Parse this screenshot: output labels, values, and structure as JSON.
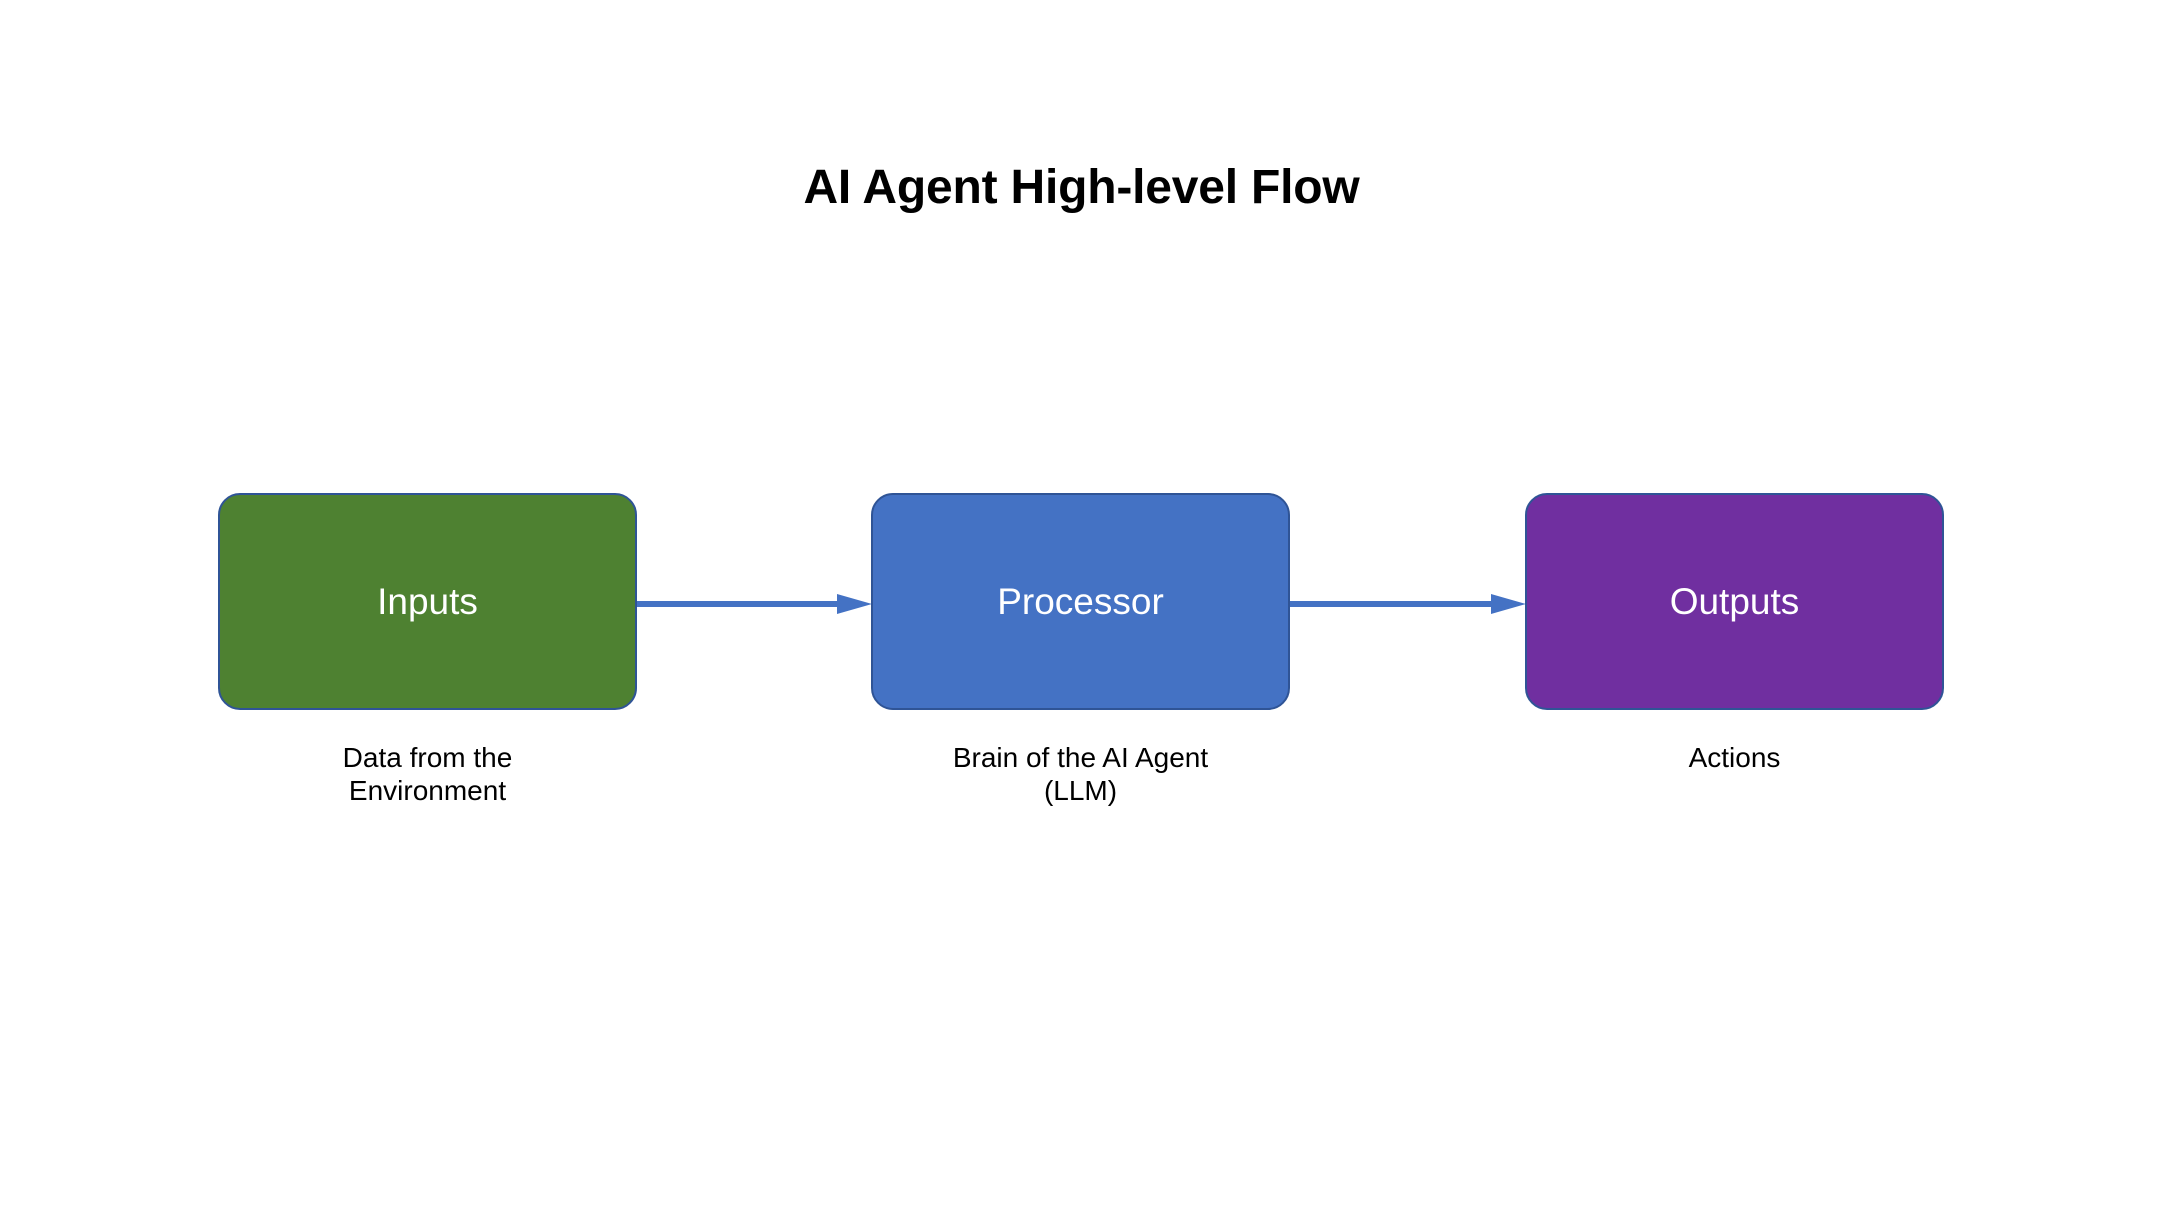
{
  "slide": {
    "title": "AI Agent High-level Flow",
    "background_color": "#FFFFFF"
  },
  "colors": {
    "inputs_fill": "#4E8131",
    "processor_fill": "#4472C4",
    "outputs_fill": "#702FA0",
    "node_border": "#2F5496",
    "arrow": "#4472C4",
    "node_label_text": "#FFFFFF",
    "caption_text": "#000000",
    "title_text": "#000000"
  },
  "flow": {
    "nodes": [
      {
        "id": "inputs",
        "label": "Inputs",
        "caption": "Data from the\nEnvironment",
        "fill": "#4E8131"
      },
      {
        "id": "processor",
        "label": "Processor",
        "caption": "Brain of the AI Agent\n(LLM)",
        "fill": "#4472C4"
      },
      {
        "id": "outputs",
        "label": "Outputs",
        "caption": "Actions",
        "fill": "#702FA0"
      }
    ],
    "connectors": [
      {
        "id": "inputs-to-processor",
        "from": "inputs",
        "to": "processor",
        "style": "single-arrow"
      },
      {
        "id": "processor-to-outputs",
        "from": "processor",
        "to": "outputs",
        "style": "single-arrow"
      }
    ]
  }
}
